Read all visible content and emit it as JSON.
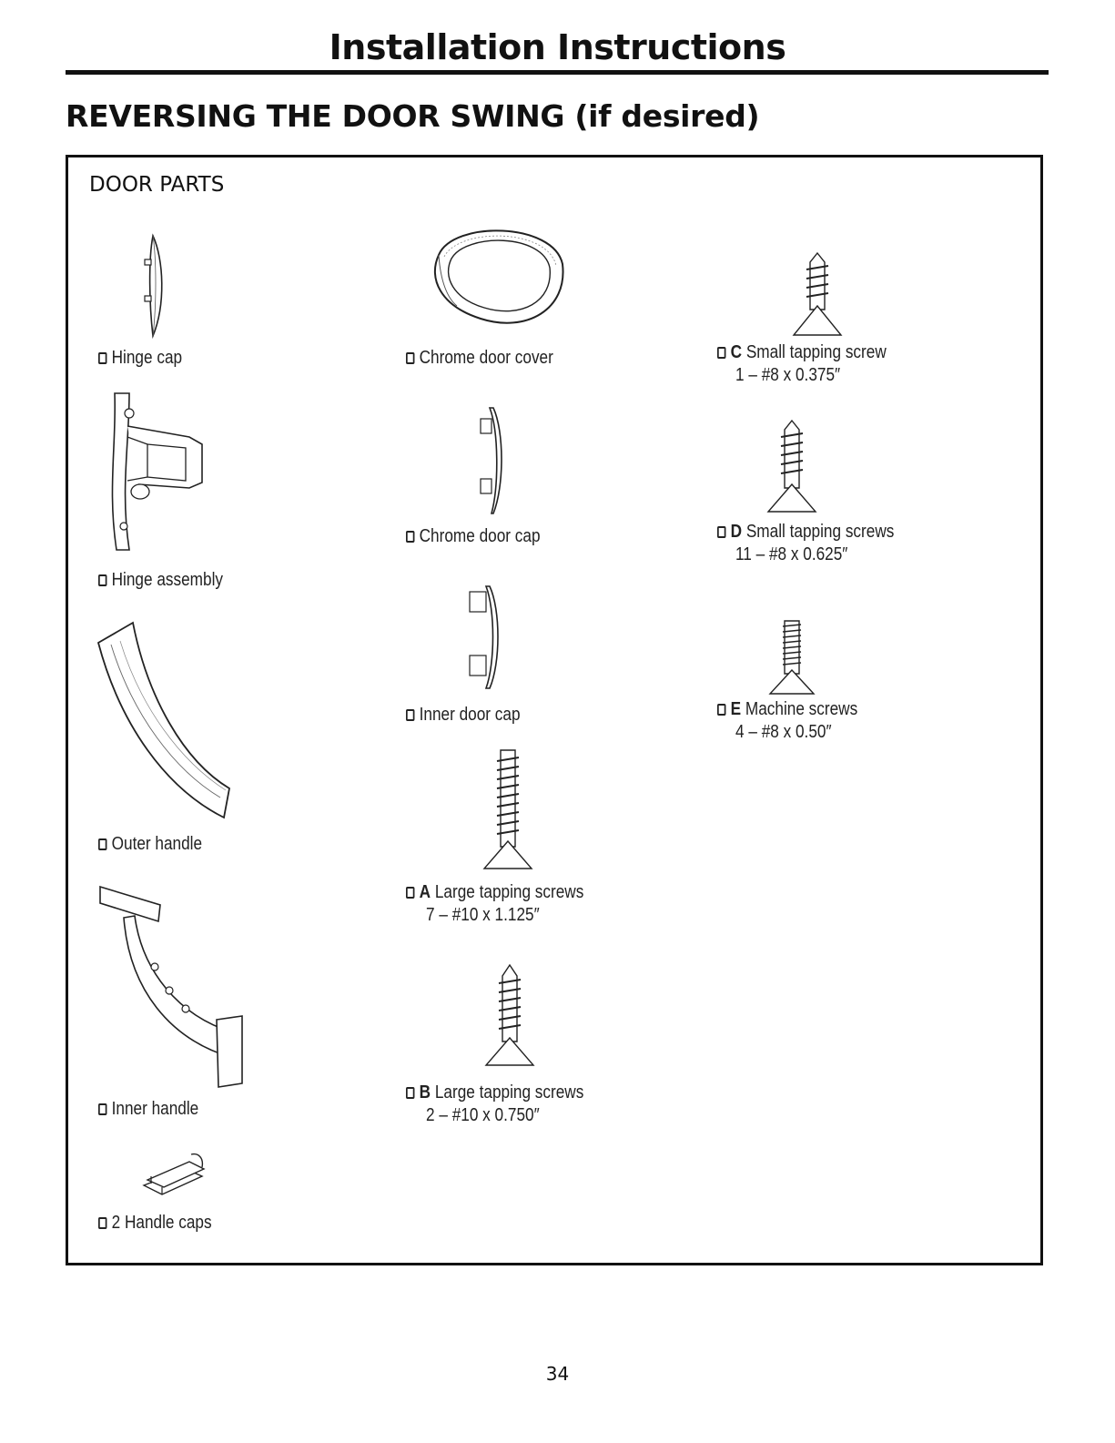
{
  "header": {
    "title": "Installation Instructions"
  },
  "section": {
    "title": "REVERSING THE DOOR SWING (if desired)"
  },
  "parts_box": {
    "title": "DOOR PARTS"
  },
  "parts": {
    "hinge_cap": {
      "label": "Hinge cap",
      "icon": "hinge-cap-illustration"
    },
    "hinge_assembly": {
      "label": "Hinge assembly",
      "icon": "hinge-assembly-illustration"
    },
    "outer_handle": {
      "label": "Outer handle",
      "icon": "outer-handle-illustration"
    },
    "inner_handle": {
      "label": "Inner handle",
      "icon": "inner-handle-illustration"
    },
    "handle_caps": {
      "label": "2 Handle caps",
      "icon": "handle-caps-illustration"
    },
    "chrome_door_cover": {
      "label": "Chrome door cover",
      "icon": "chrome-door-cover-illustration"
    },
    "chrome_door_cap": {
      "label": "Chrome door cap",
      "icon": "chrome-door-cap-illustration"
    },
    "inner_door_cap": {
      "label": "Inner door cap",
      "icon": "inner-door-cap-illustration"
    },
    "screw_a": {
      "letter": "A",
      "label": "Large tapping screws",
      "spec": "7 – #10 x 1.125″",
      "icon": "tapping-screw-illustration"
    },
    "screw_b": {
      "letter": "B",
      "label": "Large tapping screws",
      "spec": "2 – #10 x 0.750″",
      "icon": "tapping-screw-illustration"
    },
    "screw_c": {
      "letter": "C",
      "label": "Small tapping screw",
      "spec": "1 – #8 x 0.375″",
      "icon": "tapping-screw-illustration"
    },
    "screw_d": {
      "letter": "D",
      "label": "Small tapping screws",
      "spec": "11 – #8 x 0.625″",
      "icon": "tapping-screw-illustration"
    },
    "screw_e": {
      "letter": "E",
      "label": "Machine screws",
      "spec": "4 – #8 x 0.50″",
      "icon": "machine-screw-illustration"
    }
  },
  "page_number": "34"
}
